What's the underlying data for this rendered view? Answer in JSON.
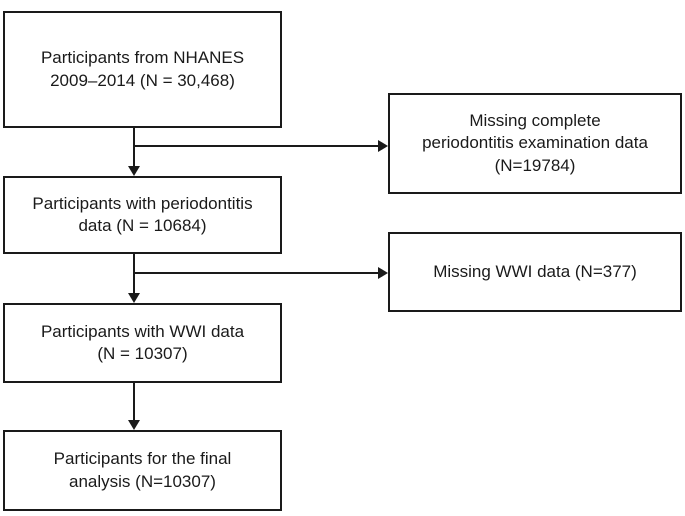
{
  "figure": {
    "type": "participant-flow-diagram",
    "background_color": "#ffffff",
    "line_color": "#1a1a1a",
    "nodes": {
      "nhanes": {
        "lines": [
          "Participants from NHANES",
          "2009–2014 (N = 30,468)"
        ]
      },
      "missing_perio": {
        "lines": [
          "Missing complete",
          "periodontitis examination data",
          "(N=19784)"
        ]
      },
      "perio": {
        "lines": [
          "Participants with periodontitis",
          "data (N = 10684)"
        ]
      },
      "missing_wwi": {
        "lines": [
          "Missing WWI data (N=377)"
        ]
      },
      "wwi": {
        "lines": [
          "Participants with WWI data",
          "(N = 10307)"
        ]
      },
      "final": {
        "lines": [
          "Participants for the final",
          "analysis (N=10307)"
        ]
      }
    },
    "edges": [
      {
        "from": "nhanes",
        "to": "perio",
        "type": "arrow-down"
      },
      {
        "from": "nhanes-perio-connector",
        "to": "missing_perio",
        "type": "arrow-right"
      },
      {
        "from": "perio",
        "to": "wwi",
        "type": "arrow-down"
      },
      {
        "from": "perio-wwi-connector",
        "to": "missing_wwi",
        "type": "arrow-right"
      },
      {
        "from": "wwi",
        "to": "final",
        "type": "arrow-down"
      }
    ]
  }
}
